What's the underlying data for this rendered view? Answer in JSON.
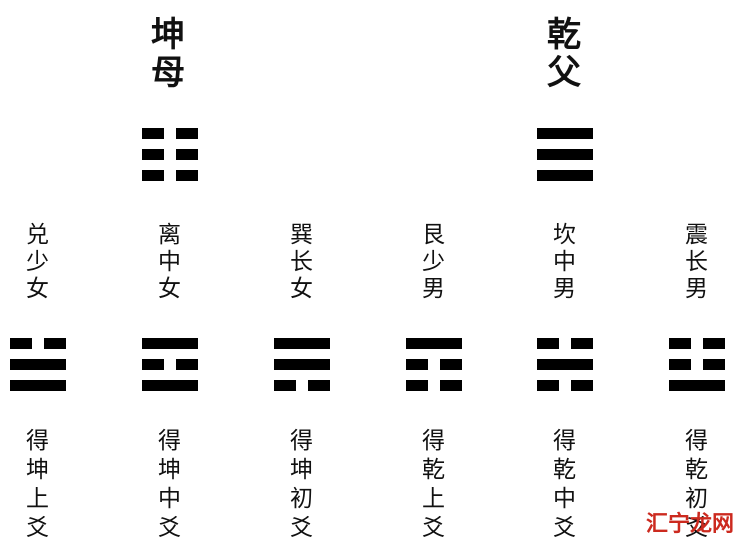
{
  "parents": [
    {
      "id": "kun",
      "label": [
        "坤",
        "母"
      ],
      "lines": [
        0,
        0,
        0
      ]
    },
    {
      "id": "qian",
      "label": [
        "乾",
        "父"
      ],
      "lines": [
        1,
        1,
        1
      ]
    }
  ],
  "children": [
    {
      "id": "dui",
      "label": [
        "兑",
        "少",
        "女"
      ],
      "lines": [
        0,
        1,
        1
      ],
      "rule": [
        "得",
        "坤",
        "上",
        "爻"
      ]
    },
    {
      "id": "li",
      "label": [
        "离",
        "中",
        "女"
      ],
      "lines": [
        1,
        0,
        1
      ],
      "rule": [
        "得",
        "坤",
        "中",
        "爻"
      ]
    },
    {
      "id": "xun",
      "label": [
        "巽",
        "长",
        "女"
      ],
      "lines": [
        1,
        1,
        0
      ],
      "rule": [
        "得",
        "坤",
        "初",
        "爻"
      ]
    },
    {
      "id": "gen",
      "label": [
        "艮",
        "少",
        "男"
      ],
      "lines": [
        1,
        0,
        0
      ],
      "rule": [
        "得",
        "乾",
        "上",
        "爻"
      ]
    },
    {
      "id": "kan",
      "label": [
        "坎",
        "中",
        "男"
      ],
      "lines": [
        0,
        1,
        0
      ],
      "rule": [
        "得",
        "乾",
        "中",
        "爻"
      ]
    },
    {
      "id": "zhen",
      "label": [
        "震",
        "长",
        "男"
      ],
      "lines": [
        0,
        0,
        1
      ],
      "rule": [
        "得",
        "乾",
        "初",
        "爻"
      ]
    }
  ],
  "watermark": "汇宁龙网",
  "colors": {
    "ink": "#111111",
    "watermark": "#cc2a1f"
  }
}
